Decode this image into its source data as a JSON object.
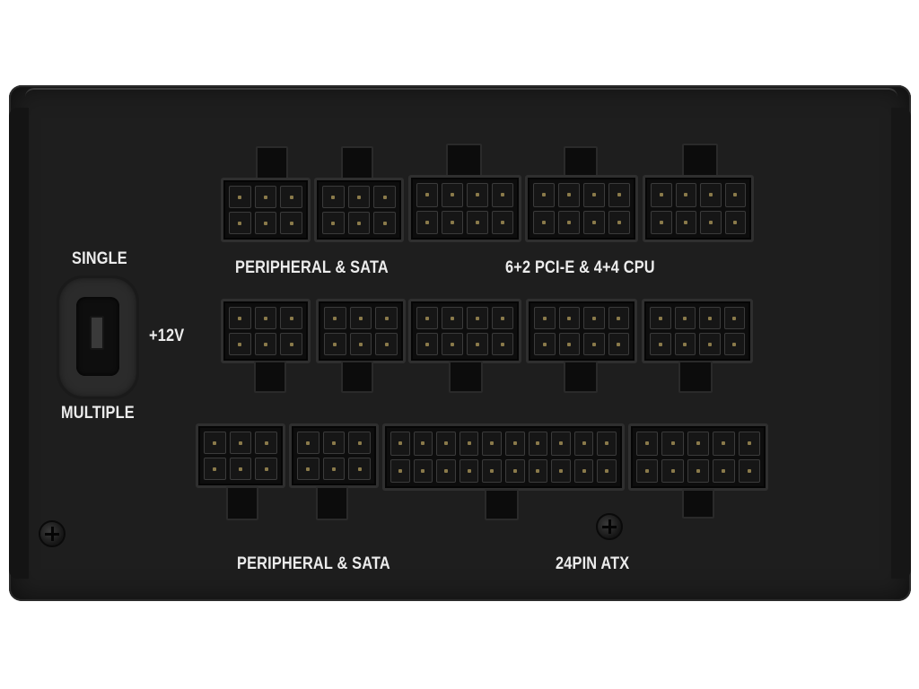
{
  "labels": {
    "rail_single": "SINGLE",
    "rail_voltage": "+12V",
    "rail_multiple": "MULTIPLE",
    "top_left_group": "PERIPHERAL & SATA",
    "top_right_group": "6+2 PCI-E & 4+4 CPU",
    "bottom_left_group": "PERIPHERAL & SATA",
    "bottom_right_group": "24PIN ATX"
  },
  "colors": {
    "panel": "#1e1e1e",
    "connector": "#0d0d0d",
    "label_text": "#ececec",
    "background": "#ffffff"
  },
  "icons": [
    "screw-icon",
    "rail-switch-icon"
  ]
}
